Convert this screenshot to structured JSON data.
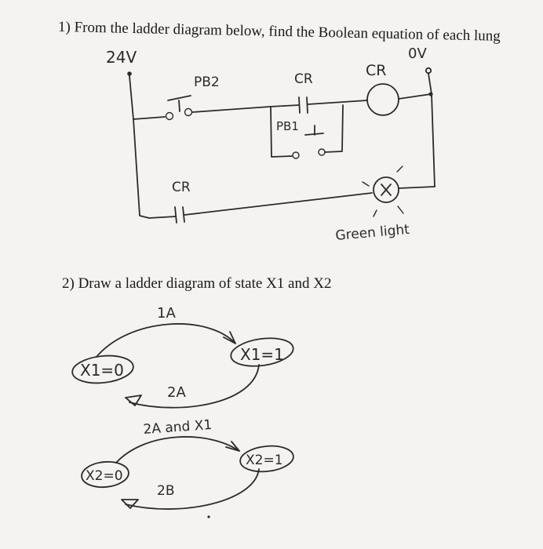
{
  "question1": {
    "text": "1) From the ladder diagram below, find the Boolean equation of each lung"
  },
  "ladder": {
    "left_rail_label": "24V",
    "right_rail_label": "0V",
    "pb2_label": "PB2",
    "cr_contact_label": "CR",
    "pb1_label": "PB1",
    "cr_coil_label": "CR",
    "cr_contact2_label": "CR",
    "light_label": "Green light"
  },
  "question2": {
    "text": "2) Draw a ladder diagram of state X1 and X2"
  },
  "state_diagram_1": {
    "state_a": "X1=0",
    "state_b": "X1=1",
    "top_transition": "1A",
    "bottom_transition": "2A"
  },
  "state_diagram_2": {
    "state_a": "X2=0",
    "state_b": "X2=1",
    "top_transition": "2A and X1",
    "bottom_transition": "2B"
  }
}
